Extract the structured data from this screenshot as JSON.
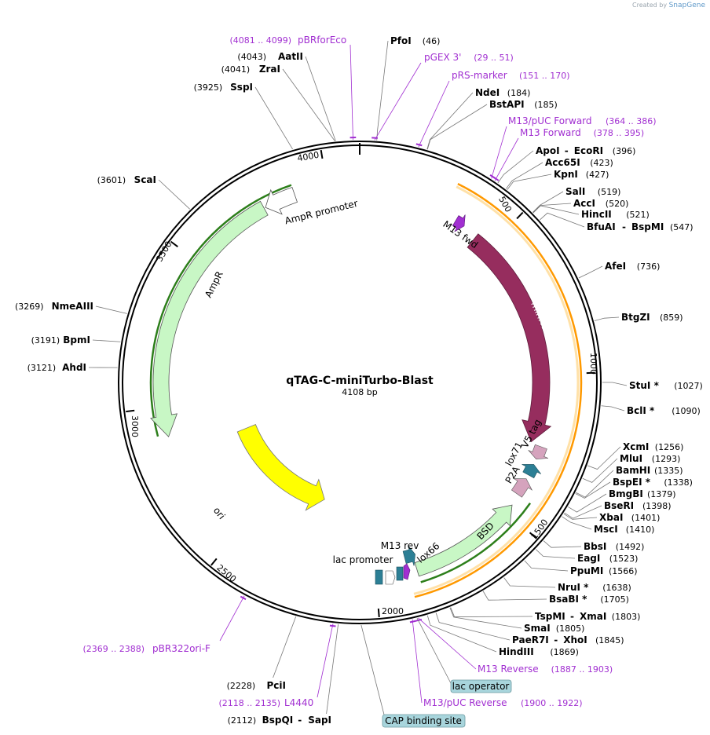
{
  "credit": {
    "prefix": "Created by",
    "brand": "SnapGene"
  },
  "plasmid": {
    "name": "qTAG-C-miniTurbo-Blast",
    "length": "4108 bp"
  },
  "ticks": [
    "500",
    "1000",
    "1500",
    "2000",
    "2500",
    "3000",
    "3500",
    "4000"
  ],
  "enzymes": [
    {
      "name": "PfoI",
      "pos": "(46)"
    },
    {
      "name": "NdeI",
      "pos": "(184)"
    },
    {
      "name": "BstAPI",
      "pos": "(185)"
    },
    {
      "name": "ApoI",
      "name2": "EcoRI",
      "pos": "(396)"
    },
    {
      "name": "Acc65I",
      "pos": "(423)"
    },
    {
      "name": "KpnI",
      "pos": "(427)"
    },
    {
      "name": "SalI",
      "pos": "(519)"
    },
    {
      "name": "AccI",
      "pos": "(520)"
    },
    {
      "name": "HincII",
      "pos": "(521)"
    },
    {
      "name": "BfuAI",
      "name2": "BspMI",
      "pos": "(547)"
    },
    {
      "name": "AfeI",
      "pos": "(736)"
    },
    {
      "name": "BtgZI",
      "pos": "(859)"
    },
    {
      "name": "StuI *",
      "pos": "(1027)"
    },
    {
      "name": "BclI *",
      "pos": "(1090)"
    },
    {
      "name": "XcmI",
      "pos": "(1256)"
    },
    {
      "name": "MluI",
      "pos": "(1293)"
    },
    {
      "name": "BamHI",
      "pos": "(1335)"
    },
    {
      "name": "BspEI *",
      "pos": "(1338)"
    },
    {
      "name": "BmgBI",
      "pos": "(1379)"
    },
    {
      "name": "BseRI",
      "pos": "(1398)"
    },
    {
      "name": "XbaI",
      "pos": "(1401)"
    },
    {
      "name": "MscI",
      "pos": "(1410)"
    },
    {
      "name": "BbsI",
      "pos": "(1492)"
    },
    {
      "name": "EagI",
      "pos": "(1523)"
    },
    {
      "name": "PpuMI",
      "pos": "(1566)"
    },
    {
      "name": "NruI *",
      "pos": "(1638)"
    },
    {
      "name": "BsaBI *",
      "pos": "(1705)"
    },
    {
      "name": "TspMI",
      "name2": "XmaI",
      "pos": "(1803)"
    },
    {
      "name": "SmaI",
      "pos": "(1805)"
    },
    {
      "name": "PaeR7I",
      "name2": "XhoI",
      "pos": "(1845)"
    },
    {
      "name": "HindIII",
      "pos": "(1869)"
    },
    {
      "name": "PciI",
      "pos": "(2228)"
    },
    {
      "name": "BspQI",
      "name2": "SapI",
      "pos": "(2112)"
    },
    {
      "name": "AhdI",
      "pos": "(3121)"
    },
    {
      "name": "BpmI",
      "pos": "(3191)"
    },
    {
      "name": "NmeAIII",
      "pos": "(3269)"
    },
    {
      "name": "ScaI",
      "pos": "(3601)"
    },
    {
      "name": "SspI",
      "pos": "(3925)"
    },
    {
      "name": "ZraI",
      "pos": "(4041)"
    },
    {
      "name": "AatII",
      "pos": "(4043)"
    }
  ],
  "primers": [
    {
      "name": "pBRforEco",
      "pos": "(4081 .. 4099)"
    },
    {
      "name": "pGEX 3'",
      "pos": "(29 .. 51)"
    },
    {
      "name": "pRS-marker",
      "pos": "(151 .. 170)"
    },
    {
      "name": "M13/pUC Forward",
      "pos": "(364 .. 386)"
    },
    {
      "name": "M13 Forward",
      "pos": "(378 .. 395)"
    },
    {
      "name": "M13 Reverse",
      "pos": "(1887 .. 1903)"
    },
    {
      "name": "M13/pUC Reverse",
      "pos": "(1900 .. 1922)"
    },
    {
      "name": "L4440",
      "pos": "(2118 .. 2135)"
    },
    {
      "name": "pBR322ori-F",
      "pos": "(2369 .. 2388)"
    }
  ],
  "features": {
    "m13fwd": "M13 fwd",
    "miniturbo": "miniTurbo",
    "v5tag": "V5 tag",
    "lox71": "lox71",
    "p2a": "P2A",
    "bsd": "BSD",
    "lox66": "lox66",
    "m13rev": "M13 rev",
    "lacpromoter": "lac promoter",
    "ori": "ori",
    "ampr": "AmpR",
    "amprpromoter": "AmpR promoter"
  },
  "boxes": {
    "lacop": "lac operator",
    "cap": "CAP binding site"
  },
  "colors": {
    "primer": "#a12fd1",
    "miniturbo": "#962d5e",
    "ori": "#ffff00",
    "green": "#c8f7c5",
    "teal": "#2c7f95",
    "pink": "#d5a3bd",
    "orange": "#ff9900",
    "darkgreen": "#2d7f1b"
  }
}
